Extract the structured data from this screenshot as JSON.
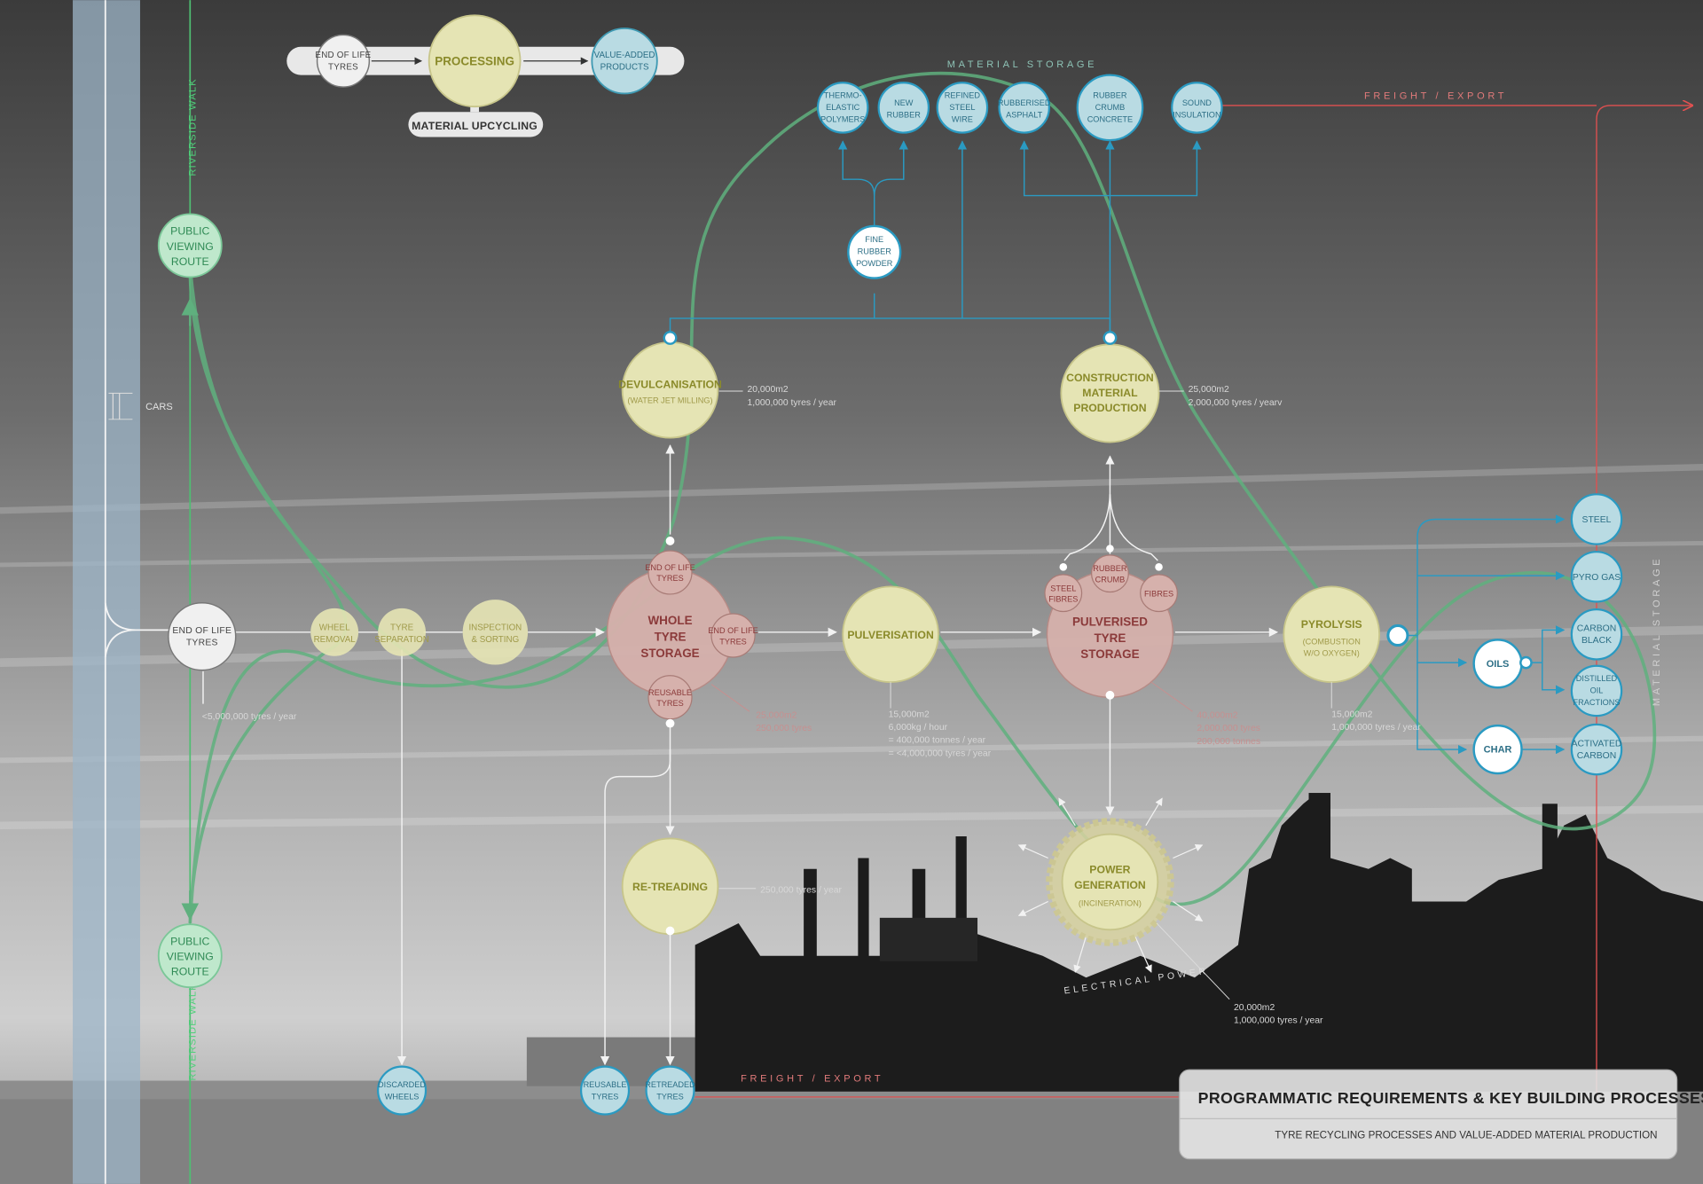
{
  "legend": {
    "input": "END OF LIFE TYRES",
    "process": "PROCESSING",
    "output": "VALUE-ADDED PRODUCTS",
    "caption": "MATERIAL UPCYCLING"
  },
  "edge_labels": {
    "riverside_walk_top": "RIVERSIDE WALK",
    "riverside_walk_bottom": "RIVERSIDE WALK",
    "cars": "CARS",
    "material_storage_top": "MATERIAL STORAGE",
    "material_storage_right": "MATERIAL STORAGE",
    "freight_export_top": "FREIGHT / EXPORT",
    "freight_export_bottom": "FREIGHT / EXPORT",
    "electrical_power": "ELECTRICAL POWER"
  },
  "nodes": {
    "public_route_top": "PUBLIC VIEWING ROUTE",
    "public_route_bottom": "PUBLIC VIEWING ROUTE",
    "end_of_life": "END OF LIFE TYRES",
    "wheel_removal": "WHEEL REMOVAL",
    "tyre_separation": "TYRE SEPARATION",
    "inspection": "INSPECTION & SORTING",
    "whole_storage": "WHOLE TYRE STORAGE",
    "eol_top": "END OF LIFE TYRES",
    "eol_right": "END OF LIFE TYRES",
    "reusable_small": "REUSABLE TYRES",
    "devulcanisation": "DEVULCANISATION",
    "devulcanisation_sub": "(WATER JET MILLING)",
    "pulverisation": "PULVERISATION",
    "pulverised_storage": "PULVERISED TYRE STORAGE",
    "steel_fibres": "STEEL FIBRES",
    "rubber_crumb": "RUBBER CRUMB",
    "fibres": "FIBRES",
    "construction": "CONSTRUCTION MATERIAL PRODUCTION",
    "pyrolysis": "PYROLYSIS",
    "pyrolysis_sub": "(COMBUSTION W/O OXYGEN)",
    "retreading": "RE-TREADING",
    "power": "POWER GENERATION",
    "power_sub": "(INCINERATION)",
    "fine_powder": "FINE RUBBER POWDER",
    "discarded_wheels": "DISCARDED WHEELS",
    "reusable_tyres": "REUSABLE TYRES",
    "retreaded_tyres": "RETREADED TYRES",
    "oils": "OILS",
    "char": "CHAR"
  },
  "products_top": [
    "THERMO-ELASTIC POLYMERS",
    "NEW RUBBER",
    "REFINED STEEL WIRE",
    "RUBBERISED ASPHALT",
    "RUBBER CRUMB CONCRETE",
    "SOUND INSULATION"
  ],
  "products_right": [
    "STEEL",
    "PYRO GAS",
    "CARBON BLACK",
    "DISTILLED OIL FRACTIONS",
    "ACTIVATED CARBON"
  ],
  "stats": {
    "end_of_life": [
      "<5,000,000 tyres / year"
    ],
    "devulcanisation": [
      "20,000m2",
      "1,000,000 tyres / year"
    ],
    "construction": [
      "25,000m2",
      "2,000,000 tyres / yearv"
    ],
    "whole_storage": [
      "25,000m2",
      "250,000 tyres"
    ],
    "pulverisation": [
      "15,000m2",
      "6,000kg / hour",
      "= 400,000 tonnes / year",
      "= <4,000,000 tyres / year"
    ],
    "pulverised_storage": [
      "40,000m2",
      "2,000,000 tyres",
      "200,000 tonnes"
    ],
    "pyrolysis": [
      "15,000m2",
      "1,000,000 tyres / year"
    ],
    "retreading": [
      "250,000 tyres / year"
    ],
    "power": [
      "20,000m2",
      "1,000,000 tyres / year"
    ]
  },
  "title_box": {
    "title": "PROGRAMMATIC REQUIREMENTS & KEY BUILDING PROCESSES",
    "subtitle": "TYRE RECYCLING PROCESSES AND VALUE-ADDED MATERIAL PRODUCTION"
  },
  "colors": {
    "yellow_node": "#e5e4b4",
    "red_node": "#d6b1ac",
    "blue_node": "#b9dbe3",
    "green_node": "#bfe8cc",
    "green_path": "#5fb07e",
    "blue_line": "#2a9ac2",
    "red_line": "#e05050"
  }
}
